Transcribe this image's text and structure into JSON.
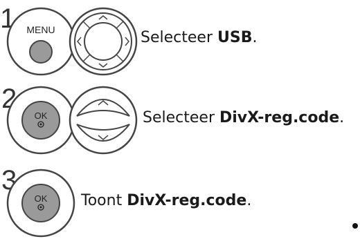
{
  "steps": [
    {
      "number": "1",
      "button_label": "MENU",
      "nav_icon": "four-way-arrow-pad-icon",
      "text_prefix": "Selecteer ",
      "text_bold": "USB",
      "text_suffix": "."
    },
    {
      "number": "2",
      "button_label": "OK",
      "nav_icon": "up-down-arrow-pad-icon",
      "text_prefix": "Selecteer ",
      "text_bold": "DivX-reg.code",
      "text_suffix": "."
    },
    {
      "number": "3",
      "button_label": "OK",
      "text_prefix": "Toont ",
      "text_bold": "DivX-reg.code",
      "text_suffix": "."
    }
  ],
  "colors": {
    "stroke": "#4a4a4a",
    "button_fill": "#9a9a9a",
    "text": "#1a1a1a"
  }
}
